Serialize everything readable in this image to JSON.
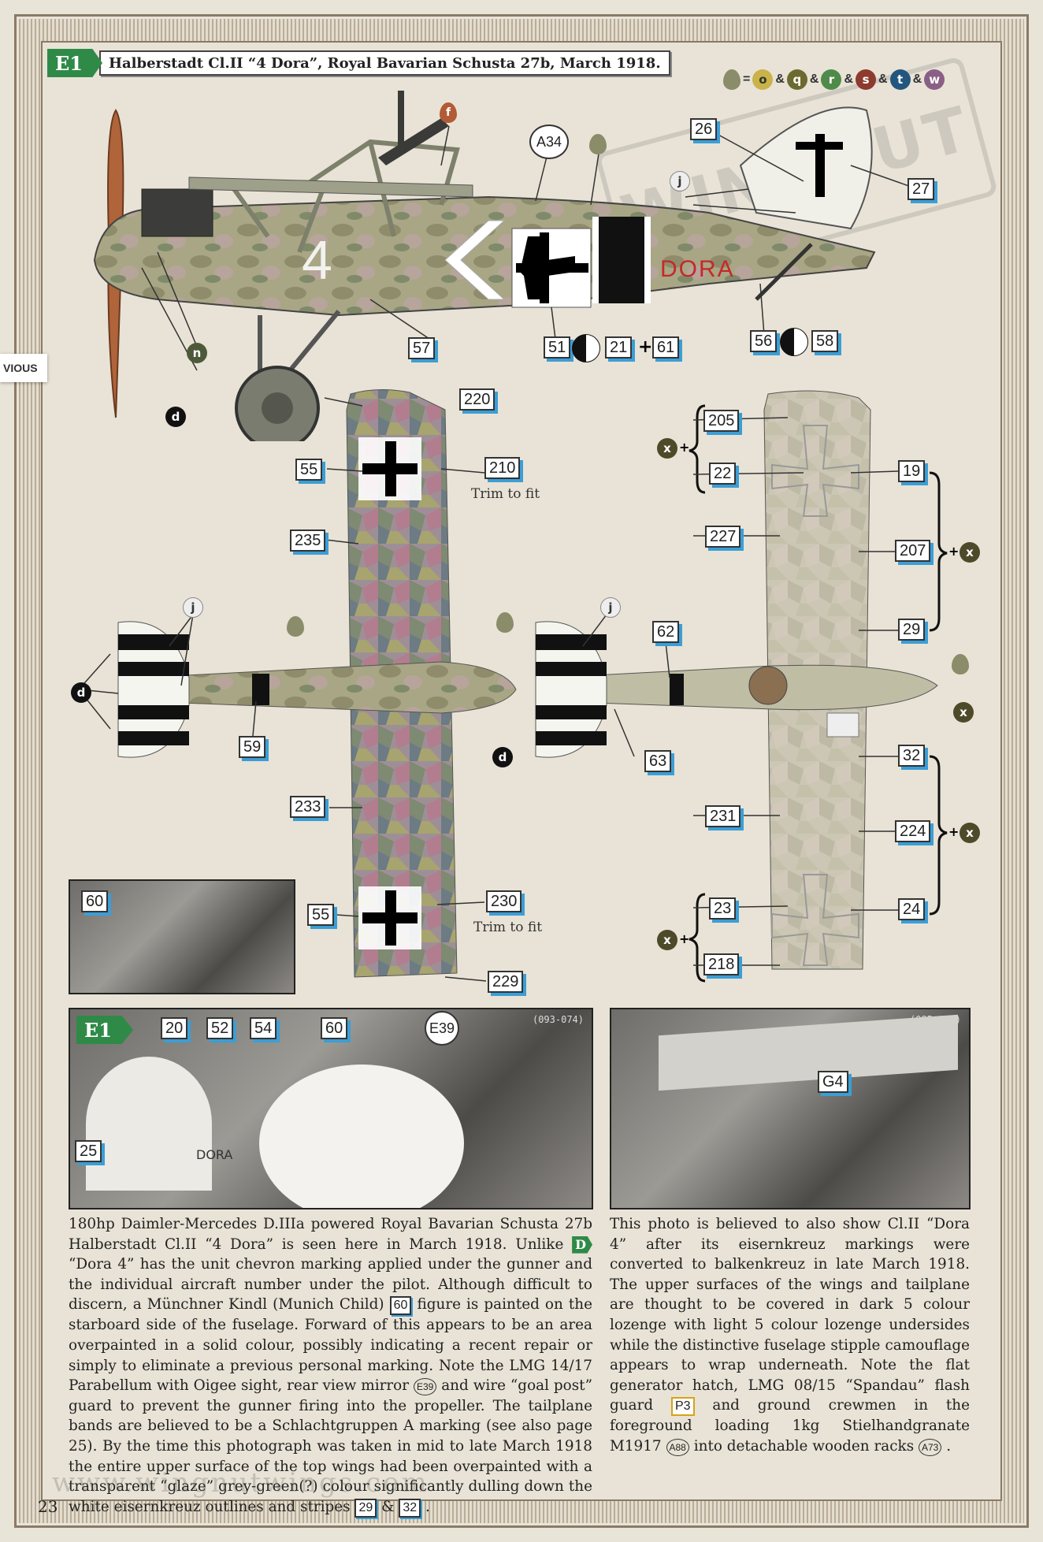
{
  "header": {
    "code": "E1",
    "title": "Halberstadt Cl.II “4 Dora”, Royal Bavarian Schusta 27b, March 1918."
  },
  "side_tab": "VIOUS",
  "watermark_stamp": "WINGNUT",
  "paint_key": {
    "eq": "=",
    "amp": "&",
    "items": [
      "o",
      "q",
      "r",
      "s",
      "t",
      "w"
    ],
    "colors": [
      "#c9b34a",
      "#6d6a31",
      "#4f8a4a",
      "#8c3b2e",
      "#23567e",
      "#8a5f86"
    ]
  },
  "profile": {
    "number": "4",
    "name": "DORA",
    "labels": {
      "A34": "A34",
      "26": "26",
      "27": "27",
      "j": "j",
      "f": "f",
      "n": "n",
      "d": "d",
      "57": "57",
      "51": "51",
      "21": "21",
      "plus": "+",
      "61": "61",
      "56": "56",
      "58": "58"
    }
  },
  "upper_plan": {
    "labels": {
      "220": "220",
      "55a": "55",
      "210": "210",
      "trim1": "Trim to fit",
      "235": "235",
      "j": "j",
      "d": "d",
      "59": "59",
      "233": "233",
      "55b": "55",
      "230": "230",
      "trim2": "Trim to fit",
      "229": "229"
    }
  },
  "lower_plan": {
    "labels": {
      "x1": "x",
      "205": "205",
      "22": "22",
      "19": "19",
      "227": "227",
      "207": "207",
      "x2": "x",
      "29": "29",
      "j": "j",
      "62": "62",
      "d": "d",
      "63": "63",
      "x3": "x",
      "32": "32",
      "231": "231",
      "224": "224",
      "x4": "x",
      "23": "23",
      "24": "24",
      "x5": "x",
      "218": "218",
      "plus": "+"
    }
  },
  "photo_small": {
    "label": "60"
  },
  "photo_left": {
    "code": "E1",
    "ref": "(093-074)",
    "labels": [
      "20",
      "52",
      "54",
      "60",
      "E39",
      "25"
    ],
    "fuselage_text": "DORA"
  },
  "photo_right": {
    "ref": "(085-005)",
    "label": "G4"
  },
  "text_left": {
    "p1": "180hp Daimler-Mercedes D.IIIa powered Royal Bavarian Schusta 27b Halberstadt Cl.II “4 Dora” is seen here in March 1918. Unlike",
    "d_badge": "D",
    "p2": "“Dora 4” has the unit chevron marking applied under the gunner and the individual aircraft number under the pilot. Although difficult to discern, a Münchner Kindl (Munich Child)",
    "box60": "60",
    "p3": "figure is painted on the starboard side of the fuselage. Forward of this appears to be an area overpainted in a solid colour, possibly indicating a recent repair or simply to eliminate a previous personal marking. Note the LMG 14/17 Parabellum with Oigee sight, rear view mirror",
    "circleE39": "E39",
    "p4": "and wire “goal post” guard to prevent the gunner firing into the propeller. The tailplane bands are believed to be a Schlachtgruppen A marking (see also page 25). By the time this photograph was taken in mid to late March 1918 the entire upper surface of the top wings had been overpainted with a transparent “glaze” grey-green(?) colour significantly dulling down the white eisernkreuz outlines and stripes",
    "box29": "29",
    "amp": "&",
    "box32": "32",
    "end": "."
  },
  "text_right": {
    "p1": "This photo is believed to also show Cl.II “Dora 4” after its eisernkreuz markings were converted to balkenkreuz in late March 1918. The upper surfaces of the wings and tailplane are thought to be covered in dark 5 colour lozenge with light 5 colour lozenge undersides while the distinctive fuselage stipple camouflage appears to wrap underneath. Note the flat generator hatch, LMG 08/15 “Spandau” flash guard",
    "boxP3": "P3",
    "p2": "and ground crewmen in the foreground loading 1kg Stielhandgranate M1917",
    "circleA88": "A88",
    "p3": "into detachable wooden racks",
    "circleA73": "A73",
    "end": "."
  },
  "footer": {
    "page": "23",
    "watermark": "www.wingnutwings.com"
  }
}
